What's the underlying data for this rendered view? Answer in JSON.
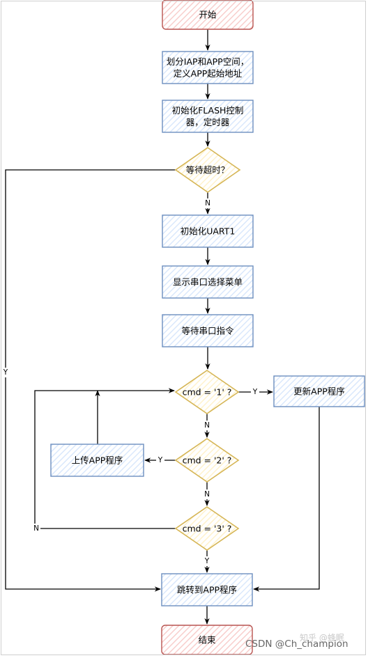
{
  "nodes": [
    {
      "id": "start",
      "shape": "terminator",
      "text": [
        "开始"
      ]
    },
    {
      "id": "partition",
      "shape": "process",
      "text": [
        "划分IAP和APP空间，",
        "定义APP起始地址"
      ]
    },
    {
      "id": "init-flash",
      "shape": "process",
      "text": [
        "初始化FLASH控制",
        "器，定时器"
      ]
    },
    {
      "id": "wait-timeout",
      "shape": "decision",
      "text": [
        "等待超时？"
      ]
    },
    {
      "id": "init-uart",
      "shape": "process",
      "text": [
        "初始化UART1"
      ]
    },
    {
      "id": "show-menu",
      "shape": "process",
      "text": [
        "显示串口选择菜单"
      ]
    },
    {
      "id": "wait-cmd",
      "shape": "process",
      "text": [
        "等待串口指令"
      ]
    },
    {
      "id": "cmd1",
      "shape": "decision",
      "text": [
        "cmd = '1' ?"
      ]
    },
    {
      "id": "update-app",
      "shape": "process",
      "text": [
        "更新APP程序"
      ]
    },
    {
      "id": "cmd2",
      "shape": "decision",
      "text": [
        "cmd = '2' ?"
      ]
    },
    {
      "id": "upload-app",
      "shape": "process",
      "text": [
        "上传APP程序"
      ]
    },
    {
      "id": "cmd3",
      "shape": "decision",
      "text": [
        "cmd = '3' ?"
      ]
    },
    {
      "id": "jump-app",
      "shape": "process",
      "text": [
        "跳转到APP程序"
      ]
    },
    {
      "id": "end",
      "shape": "terminator",
      "text": [
        "结束"
      ]
    }
  ],
  "edges": [
    {
      "id": "e1",
      "from": "start",
      "to": "partition",
      "label": ""
    },
    {
      "id": "e2",
      "from": "partition",
      "to": "init-flash",
      "label": ""
    },
    {
      "id": "e3",
      "from": "init-flash",
      "to": "wait-timeout",
      "label": ""
    },
    {
      "id": "e4",
      "from": "wait-timeout",
      "to": "init-uart",
      "label": "N"
    },
    {
      "id": "e5",
      "from": "init-uart",
      "to": "show-menu",
      "label": ""
    },
    {
      "id": "e6",
      "from": "show-menu",
      "to": "wait-cmd",
      "label": ""
    },
    {
      "id": "e7",
      "from": "wait-cmd",
      "to": "cmd1",
      "label": ""
    },
    {
      "id": "e8",
      "from": "cmd1",
      "to": "update-app",
      "label": "Y"
    },
    {
      "id": "e9",
      "from": "cmd1",
      "to": "cmd2",
      "label": "N"
    },
    {
      "id": "e10",
      "from": "cmd2",
      "to": "upload-app",
      "label": "Y"
    },
    {
      "id": "e11",
      "from": "cmd2",
      "to": "cmd3",
      "label": "N"
    },
    {
      "id": "e12",
      "from": "cmd3",
      "to": "jump-app",
      "label": "Y"
    },
    {
      "id": "e13",
      "from": "cmd3",
      "to": "cmd1",
      "label": "N"
    },
    {
      "id": "e14",
      "from": "upload-app",
      "to": "cmd1",
      "label": ""
    },
    {
      "id": "e15",
      "from": "update-app",
      "to": "jump-app",
      "label": ""
    },
    {
      "id": "e16",
      "from": "wait-timeout",
      "to": "jump-app",
      "label": "Y"
    },
    {
      "id": "e17",
      "from": "jump-app",
      "to": "end",
      "label": ""
    }
  ],
  "colors": {
    "process_stroke": "#6c8ebf",
    "process_fill": "#dae8fc",
    "decision_stroke": "#d6b656",
    "decision_fill": "#fff2cc",
    "terminator_stroke": "#b85450",
    "terminator_fill": "#f8cecc",
    "edge": "#000000",
    "text": "#000000"
  },
  "watermarks": {
    "zhihu": "知乎 @蜂眠",
    "csdn": "CSDN @Ch_champion"
  }
}
